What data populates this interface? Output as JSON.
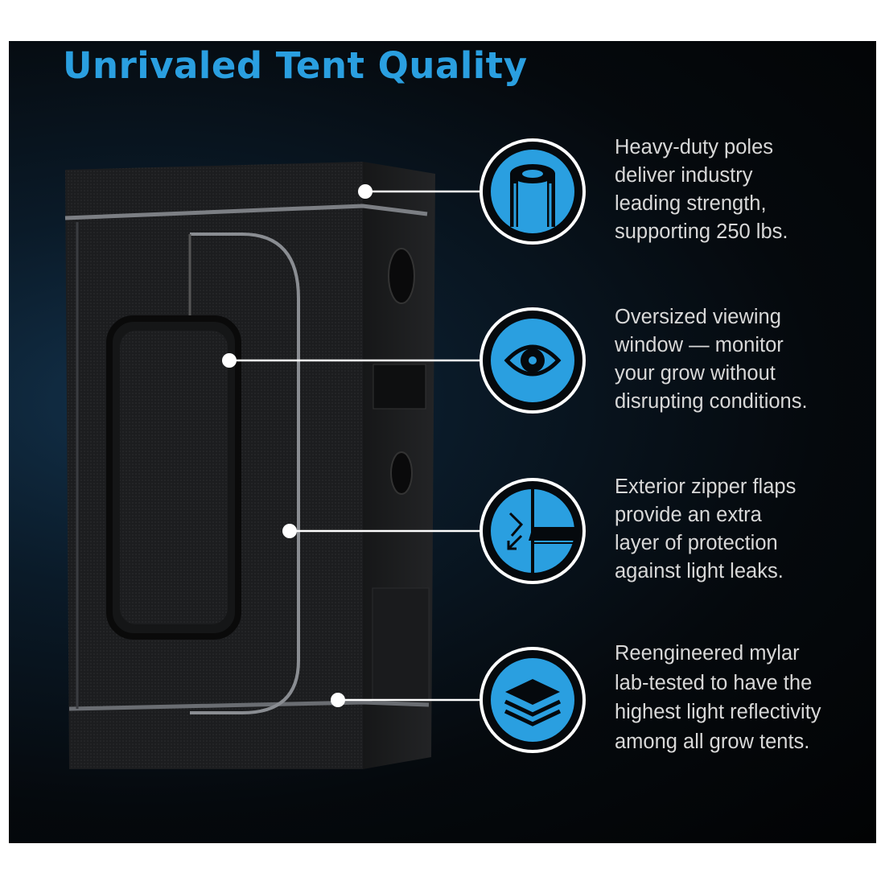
{
  "title": "Unrivaled Tent Quality",
  "colors": {
    "accent": "#2a9fe0",
    "background": "#05090d"
  },
  "features": [
    {
      "icon": "pole-icon",
      "lines": [
        "Heavy-duty poles",
        "deliver industry",
        "leading strength,",
        "supporting 250 lbs."
      ]
    },
    {
      "icon": "eye-icon",
      "lines": [
        "Oversized viewing",
        "window — monitor",
        "your grow without",
        "disrupting conditions."
      ]
    },
    {
      "icon": "zipper-flap-icon",
      "lines": [
        "Exterior zipper flaps",
        "provide an extra",
        "layer of protection",
        "against light leaks."
      ]
    },
    {
      "icon": "layers-icon",
      "lines": [
        "Reengineered mylar",
        "lab-tested to have the",
        "highest light reflectivity",
        "among all grow tents."
      ]
    }
  ]
}
